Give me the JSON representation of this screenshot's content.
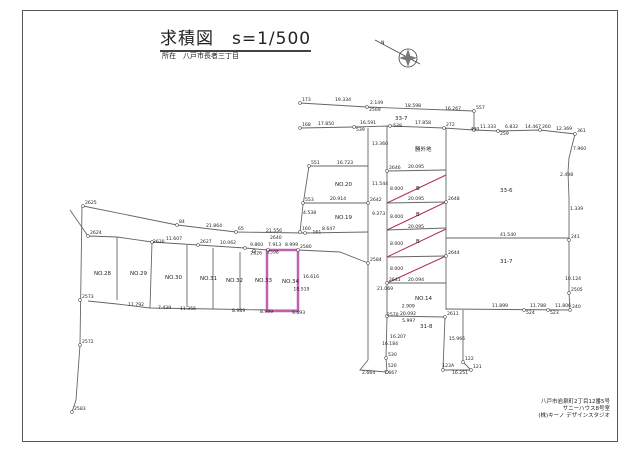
{
  "title": "求積図　s=1/500",
  "location": "所在　八戸市長者三丁目",
  "footer": [
    "八戸市岩泉町2丁目12番5号",
    "サニーハウス8号室",
    "(株)キーノ デザインスタジオ"
  ],
  "colors": {
    "highlight": "#c060b0",
    "area_lines": "#b03060",
    "lines": "#666666"
  },
  "north_arrow": "N",
  "parcels": [
    "NO.28",
    "NO.29",
    "NO.30",
    "NO.31",
    "NO.32",
    "NO.33",
    "NO.34",
    "NO.20",
    "NO.19",
    "NO.14",
    "33-7",
    "勝外地",
    "33-6",
    "31-7",
    "31-8",
    "B",
    "B",
    "B"
  ],
  "dimensions": [
    "19.334",
    "2.149",
    "18.598",
    "16.267",
    "11.333",
    "6.832",
    "14.467",
    "12.369",
    "17.850",
    "16.591",
    "17.858",
    "16.723",
    "20.914",
    "20.095",
    "20.095",
    "20.095",
    "20.094",
    "20.092",
    "41.540",
    "11.899",
    "11.788",
    "11.806",
    "21.864",
    "21.556",
    "8.647",
    "11.607",
    "10.062",
    "9.860",
    "7.913",
    "8.999",
    "9.693",
    "11.792",
    "7.439",
    "11.356",
    "8.989",
    "8.999",
    "16.616",
    "18.519",
    "10.124",
    "16.184",
    "15.966",
    "16.251",
    "7.667",
    "2.664",
    "5.997",
    "2.909",
    "13.360",
    "11.544",
    "9.273",
    "8.000",
    "8.000",
    "8.000",
    "8.000",
    "21.069",
    "16.207",
    "4.538",
    "1.339",
    "2.498",
    "7.960"
  ],
  "points": [
    "173",
    "2569",
    "557",
    "168",
    "539",
    "538",
    "272",
    "400",
    "259",
    "260",
    "361",
    "551",
    "553",
    "160",
    "2642",
    "2646",
    "2648",
    "2644",
    "2641",
    "2570",
    "2611",
    "241",
    "240",
    "2505",
    "524",
    "523",
    "122",
    "123A",
    "121",
    "530",
    "520",
    "2625",
    "84",
    "65",
    "161",
    "2624",
    "2630",
    "2627",
    "2626",
    "2598",
    "2640",
    "2580",
    "2584",
    "2583",
    "2573",
    "2572"
  ]
}
